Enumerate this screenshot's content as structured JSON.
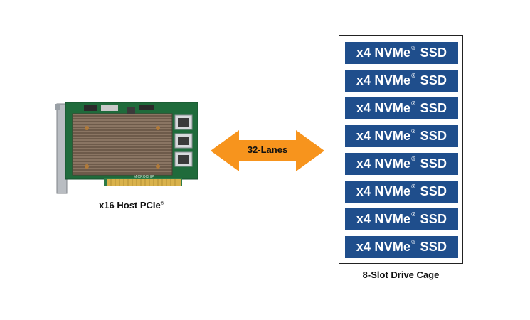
{
  "host_card": {
    "caption": "x16 Host PCIe",
    "caption_mark": "®",
    "brand_text": "MICROCHIP"
  },
  "link": {
    "label": "32-Lanes",
    "arrow_color": "#f7941d"
  },
  "drive_cage": {
    "caption": "8-Slot Drive Cage",
    "slot_color": "#1f4e8c",
    "slots": [
      {
        "prefix": "x4 NVMe",
        "mark": "®",
        "suffix": "SSD"
      },
      {
        "prefix": "x4 NVMe",
        "mark": "®",
        "suffix": "SSD"
      },
      {
        "prefix": "x4 NVMe",
        "mark": "®",
        "suffix": "SSD"
      },
      {
        "prefix": "x4 NVMe",
        "mark": "®",
        "suffix": "SSD"
      },
      {
        "prefix": "x4 NVMe",
        "mark": "®",
        "suffix": "SSD"
      },
      {
        "prefix": "x4 NVMe",
        "mark": "®",
        "suffix": "SSD"
      },
      {
        "prefix": "x4 NVMe",
        "mark": "®",
        "suffix": "SSD"
      },
      {
        "prefix": "x4 NVMe",
        "mark": "®",
        "suffix": "SSD"
      }
    ]
  }
}
